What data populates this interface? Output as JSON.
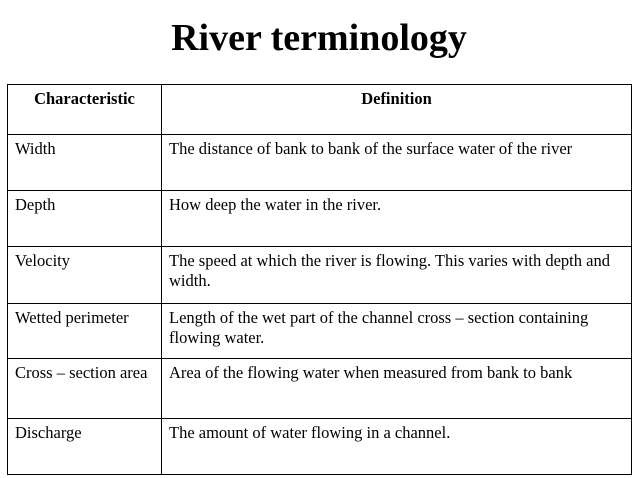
{
  "slide": {
    "title": "River terminology",
    "background_color": "#ffffff",
    "text_color": "#000000",
    "border_color": "#000000"
  },
  "table": {
    "headers": {
      "characteristic": "Characteristic",
      "definition": "Definition"
    },
    "rows": [
      {
        "characteristic": "Width",
        "definition": "The distance of bank to bank of the surface water of the river"
      },
      {
        "characteristic": "Depth",
        "definition": "How deep the water in the river."
      },
      {
        "characteristic": "Velocity",
        "definition": "The speed at which the river is flowing. This varies with depth and width."
      },
      {
        "characteristic": "Wetted perimeter",
        "definition": "Length of the wet part of the channel cross – section containing flowing water."
      },
      {
        "characteristic": "Cross – section area",
        "definition": "Area of the flowing water when measured from bank to bank"
      },
      {
        "characteristic": "Discharge",
        "definition": "The amount of water flowing in a channel."
      }
    ]
  }
}
